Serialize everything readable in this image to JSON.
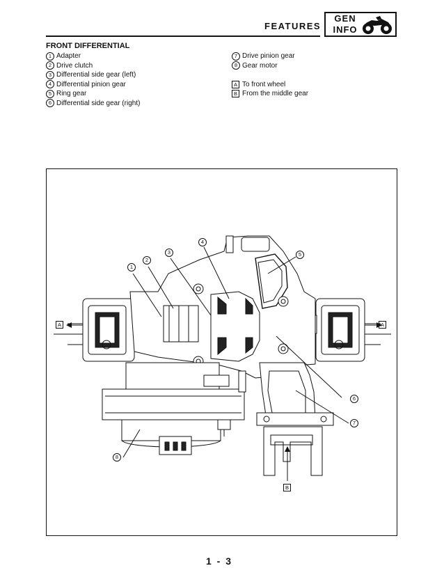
{
  "header": {
    "title": "FEATURES",
    "badge_line1": "GEN",
    "badge_line2": "INFO",
    "badge_icon": "atv-icon"
  },
  "section": {
    "title": "FRONT DIFFERENTIAL"
  },
  "legend_left": [
    {
      "num": "1",
      "label": "Adapter"
    },
    {
      "num": "2",
      "label": "Drive clutch"
    },
    {
      "num": "3",
      "label": "Differential side gear (left)"
    },
    {
      "num": "4",
      "label": "Differential pinion gear"
    },
    {
      "num": "5",
      "label": "Ring gear"
    },
    {
      "num": "6",
      "label": "Differential side gear (right)"
    }
  ],
  "legend_right": [
    {
      "num": "7",
      "label": "Drive pinion gear"
    },
    {
      "num": "8",
      "label": "Gear motor"
    }
  ],
  "legend_letters": [
    {
      "letter": "A",
      "label": "To front wheel"
    },
    {
      "letter": "B",
      "label": "From the middle gear"
    }
  ],
  "figure": {
    "callouts": [
      "1",
      "2",
      "3",
      "4",
      "5",
      "6",
      "7",
      "8"
    ],
    "letter_labels": {
      "left": "A",
      "right": "A",
      "bottom": "B"
    }
  },
  "footer": {
    "page": "1 - 3"
  }
}
